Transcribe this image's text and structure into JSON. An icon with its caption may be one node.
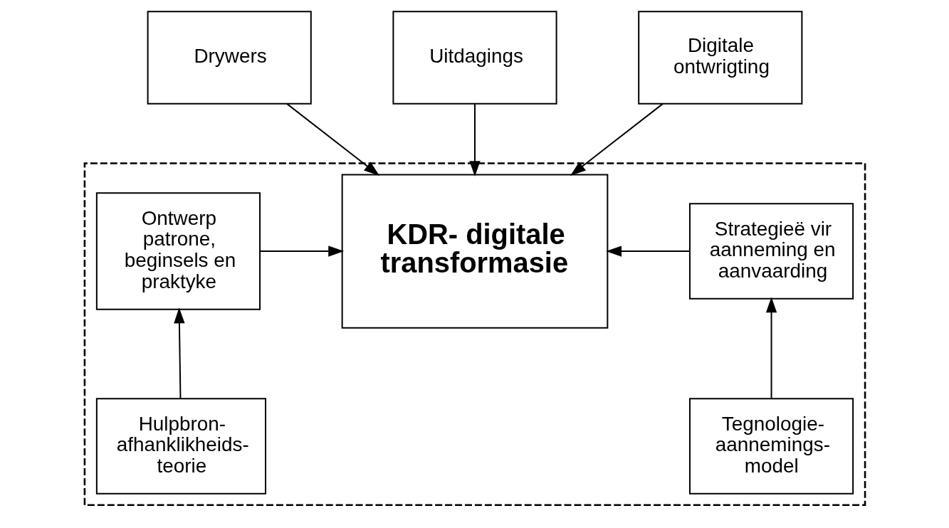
{
  "diagram": {
    "nodes": [
      {
        "text": [
          "Drywers"
        ]
      },
      {
        "text": [
          "Uitdagings"
        ]
      },
      {
        "text": [
          "Digitale ontwrigting"
        ]
      },
      {
        "text": [],
        "shape": "box"
      },
      {
        "text": [
          "Ontwerp patrone, beginsels en praktyke"
        ],
        "in": 3
      },
      {
        "text": [
          "KDR- digitale transformasie"
        ],
        "in": 3
      },
      {
        "text": [
          "Strategieë vir aanneming en aanvaarding"
        ],
        "in": 3
      },
      {
        "text": [
          "Hulpbron-afhanklikheids-teorie"
        ],
        "in": 3
      },
      {
        "text": [
          "Tegnologie-aannemings-model"
        ],
        "in": 3
      }
    ],
    "edges": [
      {
        "from": 0,
        "to": 5,
        "arrow": "to"
      },
      {
        "from": 1,
        "to": 5,
        "arrow": "to"
      },
      {
        "from": 2,
        "to": 5,
        "arrow": "to"
      },
      {
        "from": 4,
        "to": 5,
        "arrow": "to"
      },
      {
        "from": 6,
        "to": 5,
        "arrow": "to"
      },
      {
        "from": 7,
        "to": 4,
        "arrow": "to"
      },
      {
        "from": 8,
        "to": 6,
        "arrow": "to"
      }
    ]
  }
}
